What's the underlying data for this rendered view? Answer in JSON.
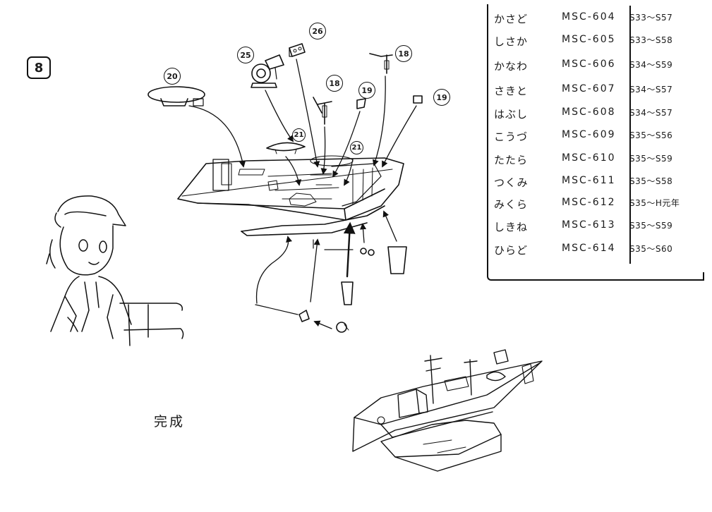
{
  "step": {
    "mark": "8"
  },
  "part_numbers": [
    "20",
    "25",
    "26",
    "18",
    "19",
    "21",
    "19",
    "21",
    "18"
  ],
  "ship_table": {
    "rows": [
      {
        "name": "かさど",
        "code": "MSC-604",
        "period": "S33～S57"
      },
      {
        "name": "しさか",
        "code": "MSC-605",
        "period": "S33～S58"
      },
      {
        "name": "かなわ",
        "code": "MSC-606",
        "period": "S34～S59"
      },
      {
        "name": "さきと",
        "code": "MSC-607",
        "period": "S34～S57"
      },
      {
        "name": "はぶし",
        "code": "MSC-608",
        "period": "S34～S57"
      },
      {
        "name": "こうづ",
        "code": "MSC-609",
        "period": "S35～S56"
      },
      {
        "name": "たたら",
        "code": "MSC-610",
        "period": "S35～S59"
      },
      {
        "name": "つくみ",
        "code": "MSC-611",
        "period": "S35～S58"
      },
      {
        "name": "みくら",
        "code": "MSC-612",
        "period": "S35～H元年"
      },
      {
        "name": "しきね",
        "code": "MSC-613",
        "period": "S35～S59"
      },
      {
        "name": "ひらど",
        "code": "MSC-614",
        "period": "S35～S60"
      }
    ]
  },
  "complete_label": "完成"
}
